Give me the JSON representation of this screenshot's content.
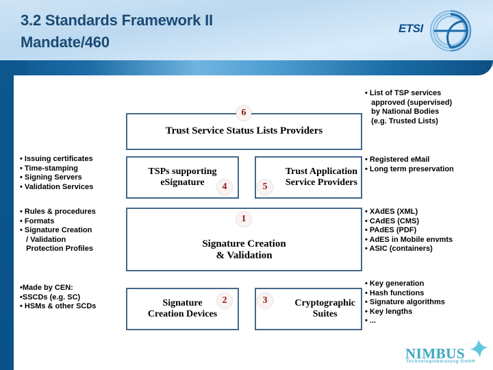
{
  "slide": {
    "title": "3.2 Standards Framework II\nMandate/460",
    "title_color": "#1b4a73",
    "box_border_color": "#44678a",
    "number_badge_color": "#8b1a1a",
    "accent_blue": "#0d568e"
  },
  "brand": {
    "etsi_text": "ETSI",
    "etsi_icon": "etsi-swoosh-icon"
  },
  "diagram": {
    "boxes": [
      {
        "id": "tssl",
        "label": "Trust Service Status Lists Providers",
        "number": "6"
      },
      {
        "id": "tsp",
        "label": "TSPs supporting\neSignature",
        "number": "4"
      },
      {
        "id": "tasp",
        "label": "Trust Application\nService Providers",
        "number": "5"
      },
      {
        "id": "sigcreate",
        "label": "Signature Creation\n& Validation",
        "number": "1"
      },
      {
        "id": "scd",
        "label": "Signature\nCreation Devices",
        "number": "2"
      },
      {
        "id": "crypto",
        "label": "Cryptographic\nSuites",
        "number": "3"
      }
    ]
  },
  "left_column": {
    "group_tsp": [
      "• Issuing certificates",
      "• Time-stamping",
      "• Signing Servers",
      "• Validation Services"
    ],
    "group_signature": [
      "• Rules & procedures",
      "• Formats",
      "• Signature Creation",
      "   / Validation",
      "   Protection Profiles"
    ],
    "group_devices": [
      "•Made by CEN:",
      "•SSCDs (e.g. SC)",
      "• HSMs & other SCDs"
    ]
  },
  "right_column": {
    "group_tssl": [
      "• List of TSP services",
      "   approved (supervised)",
      "   by National Bodies",
      "   (e.g. Trusted Lists)"
    ],
    "group_tasp": [
      "• Registered eMail",
      "• Long term preservation"
    ],
    "group_formats": [
      "• XAdES (XML)",
      "• CAdES (CMS)",
      "• PAdES (PDF)",
      "• AdES in Mobile envmts",
      "• ASIC (containers)"
    ],
    "group_crypto": [
      "• Key generation",
      "• Hash functions",
      "• Signature algorithms",
      "• Key lengths",
      "• ..."
    ]
  },
  "footer": {
    "logo_name": "NIMBUS",
    "logo_tagline": "Technologieberatung GmbH",
    "logo_icon": "four-point-star-icon",
    "logo_color": "#3aa8c4"
  }
}
